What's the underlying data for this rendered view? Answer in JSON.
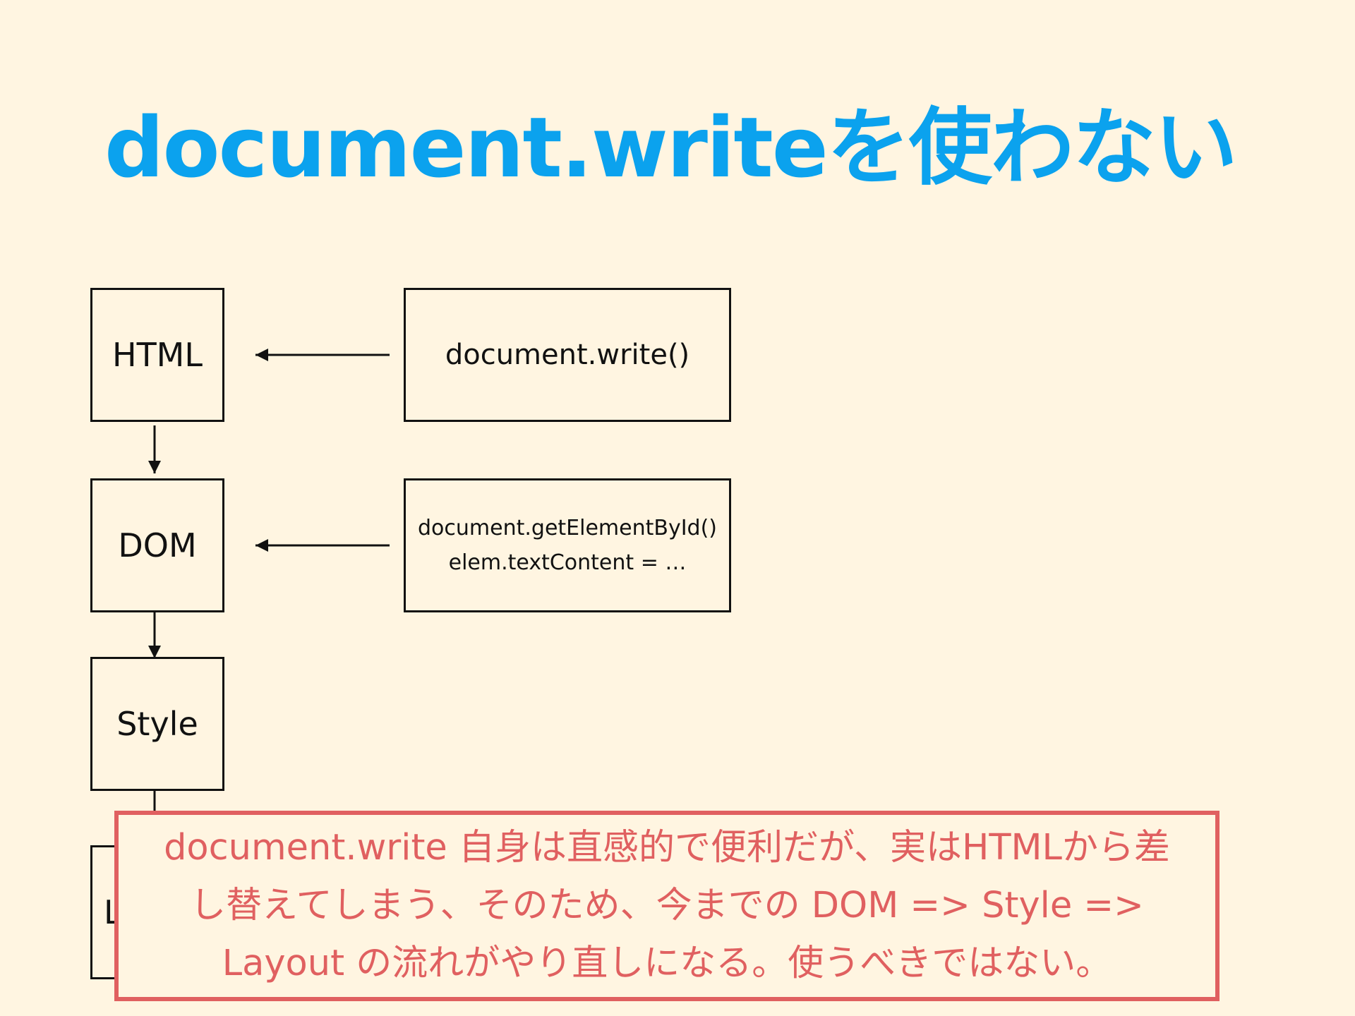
{
  "slide": {
    "title": "document.writeを使わない",
    "colors": {
      "background": "#FFF5E1",
      "title": "#0BA2EE",
      "box_border": "#111111",
      "arrow": "#111111",
      "note_text": "#E06060",
      "note_border": "#E06060"
    }
  },
  "diagram": {
    "stages": [
      {
        "label": "HTML"
      },
      {
        "label": "DOM"
      },
      {
        "label": "Style"
      },
      {
        "label": "L"
      }
    ],
    "sources": [
      {
        "lines": [
          "document.write()"
        ],
        "target": "HTML"
      },
      {
        "lines": [
          "document.getElementById()",
          "elem.textContent = …"
        ],
        "target": "DOM"
      }
    ]
  },
  "note": {
    "lines": [
      "document.write 自身は直感的で便利だが、実はHTMLから差",
      "し替えてしまう、そのため、今までの DOM => Style =>",
      "Layout の流れがやり直しになる。使うべきではない。"
    ]
  }
}
